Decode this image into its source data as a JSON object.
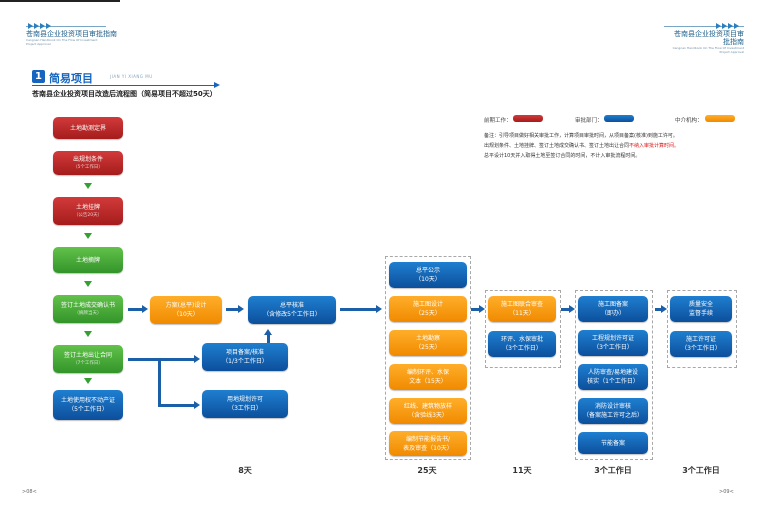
{
  "header": {
    "left_title": "苍南县企业投资项目审批指南",
    "left_sub1": "Cangnan Handbook On The Flow Of Investment",
    "left_sub2": "Project Approval",
    "right_title": "苍南县企业投资项目审批指南",
    "right_sub1": "Cangnan Handbook On The Flow Of Investment",
    "right_sub2": "Project Approval"
  },
  "section": {
    "number": "1",
    "title": "简易项目",
    "pinyin": "JIAN YI XIANG MU",
    "subtitle": "苍南县企业投资项目改造后流程图（简易项目不超过50天）"
  },
  "legend": {
    "pre_work": "前期工作：",
    "approval_dept": "审批部门：",
    "agency": "中介机构：",
    "colors": {
      "pre_work": "#c0272d",
      "approval_dept": "#1a6fc2",
      "agency": "#f7941d"
    }
  },
  "note": {
    "line1": "备注：引导项目做好相关审批工作，计算项目审批时间，从项目备案(核准)到施工许可。",
    "line2a": "出规划条件、土地挂牌、签订土地成交确认书、签订土地出让合同",
    "line2b": "不纳入审批计算时间。",
    "line3": "总平设计10天并入取得土地至签订合同的时间，不计入审批流程时间。"
  },
  "col1": {
    "land_survey": "土地勘测定界",
    "planning_cond": "出规划条件",
    "planning_cond_sub": "（5个工作日）",
    "land_listing": "土地挂牌",
    "land_listing_sub": "（公告20天）",
    "land_auction": "土地摘牌",
    "confirm_book": "签订土地成交确认书",
    "confirm_book_sub": "（摘牌当天）",
    "transfer_contract": "签订土地出让合同",
    "transfer_contract_sub": "（7个工作日）",
    "land_cert_l1": "土地使用权不动产证",
    "land_cert_l2": "（5个工作日）"
  },
  "col2": {
    "scheme_design": "方案(总平)设计",
    "scheme_days": "（10天）",
    "master_plan": "总平核准",
    "master_plan_days": "（含修改5个工作日）",
    "project_record": "项目备案/核准",
    "project_record_days": "（1/3个工作日）",
    "land_permit": "用地规划许可",
    "land_permit_days": "（3工作日）"
  },
  "col3": {
    "items": [
      {
        "l1": "总平公示",
        "l2": "（10天）",
        "color": "blue"
      },
      {
        "l1": "施工图设计",
        "l2": "（25天）",
        "color": "orange"
      },
      {
        "l1": "土地勘察",
        "l2": "（25天）",
        "color": "orange"
      },
      {
        "l1": "编制环评、水保",
        "l2": "文本（15天）",
        "color": "orange"
      },
      {
        "l1": "红线、建筑物放样",
        "l2": "（含验线3天）",
        "color": "orange"
      },
      {
        "l1": "编制节能报告书/",
        "l2": "表及审查（10天）",
        "color": "orange"
      }
    ]
  },
  "col4": {
    "items": [
      {
        "l1": "施工图联合审查",
        "l2": "（11天）",
        "color": "orange"
      },
      {
        "l1": "环评、水保审批",
        "l2": "（3个工作日）",
        "color": "blue"
      }
    ]
  },
  "col5": {
    "items": [
      {
        "l1": "施工图备案",
        "l2": "（即办）"
      },
      {
        "l1": "工程规划许可证",
        "l2": "（3个工作日）"
      },
      {
        "l1": "人防审查/易地建设",
        "l2": "核实（1个工作日）"
      },
      {
        "l1": "消防设计审核",
        "l2": "（备案施工许可之后）"
      },
      {
        "l1": "节能备案",
        "l2": ""
      }
    ]
  },
  "col6": {
    "items": [
      {
        "l1": "质量安全",
        "l2": "监督手续"
      },
      {
        "l1": "施工许可证",
        "l2": "（3个工作日）"
      }
    ]
  },
  "durations": {
    "d1": "8天",
    "d2": "25天",
    "d3": "11天",
    "d4": "3个工作日",
    "d5": "3个工作日"
  },
  "footer": {
    "left_page": "08",
    "right_page": "09"
  }
}
